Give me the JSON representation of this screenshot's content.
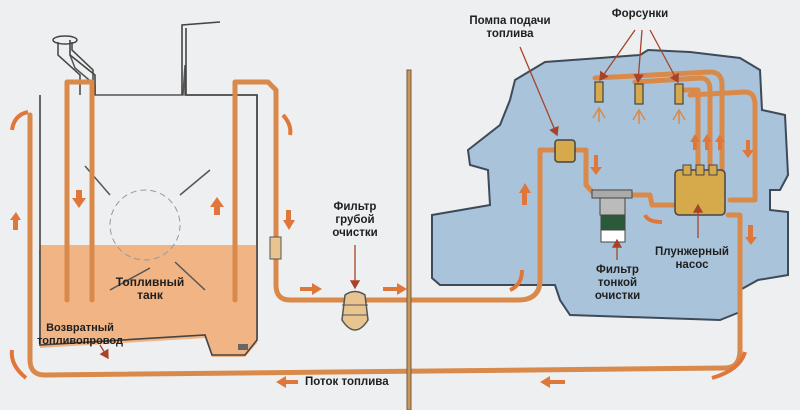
{
  "title": "Схема топливной системы дизельного двигателя",
  "labels": {
    "fuel_tank": [
      "Топливный",
      "танк"
    ],
    "return_line": [
      "Возвратный",
      "топливопровод"
    ],
    "fuel_flow": "Поток топлива",
    "coarse_filter": [
      "Фильтр",
      "грубой",
      "очистки"
    ],
    "feed_pump": [
      "Помпа подачи",
      "топлива"
    ],
    "injectors": "Форсунки",
    "fine_filter": [
      "Фильтр",
      "тонкой",
      "очистки"
    ],
    "plunger_pump": [
      "Плунжерный",
      "насос"
    ]
  },
  "colors": {
    "background": "#eeeff0",
    "fuel": "#f1b484",
    "pipe": "#d98a4a",
    "arrow": "#e0773a",
    "engine_block": "#a9c4da",
    "engine_outline": "#3c4a5a",
    "pump_body": "#d6a94a",
    "filter_band": "#2b5a3a",
    "pointer": "#a8432a"
  }
}
